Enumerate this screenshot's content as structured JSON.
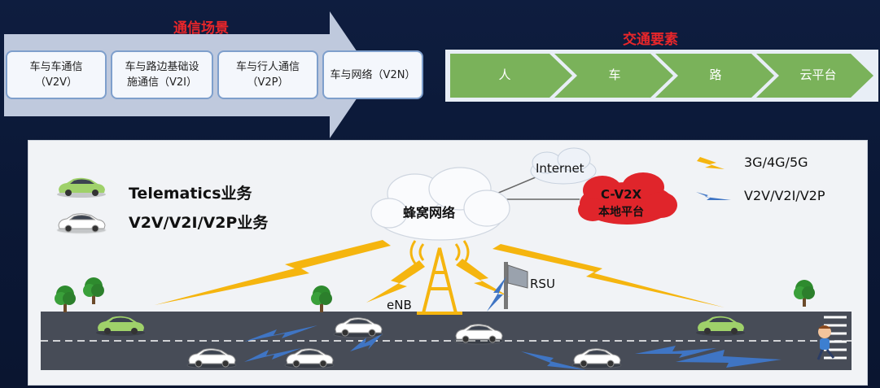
{
  "header": {
    "scenarios_title": "通信场景",
    "elements_title": "交通要素"
  },
  "scenarios": [
    {
      "label": "车与车通信\n（V2V）"
    },
    {
      "label": "车与路边基础设\n施通信（V2I）"
    },
    {
      "label": "车与行人通信\n（V2P）"
    },
    {
      "label": "车与网络（V2N）"
    }
  ],
  "elements": [
    {
      "label": "人"
    },
    {
      "label": "车"
    },
    {
      "label": "路"
    },
    {
      "label": "云平台"
    }
  ],
  "diagram": {
    "legend_telematics": "Telematics业务",
    "legend_v2x": "V2V/V2I/V2P业务",
    "internet": "Internet",
    "cellular": "蜂窝网络",
    "cv2x_line1": "C-V2X",
    "cv2x_line2": "本地平台",
    "legend_3g": "3G/4G/5G",
    "legend_v2v": "V2V/V2I/V2P",
    "enb": "eNB",
    "rsu": "RSU"
  },
  "colors": {
    "background": "#0c1a3a",
    "scenario_arrow": "#c9d3e6",
    "chevron_green": "#7ab25a",
    "title_red": "#e8262a",
    "signal_yellow": "#f5b50f",
    "signal_blue": "#3f75c4",
    "cloud_red": "#e0252b",
    "road": "#474c57"
  }
}
